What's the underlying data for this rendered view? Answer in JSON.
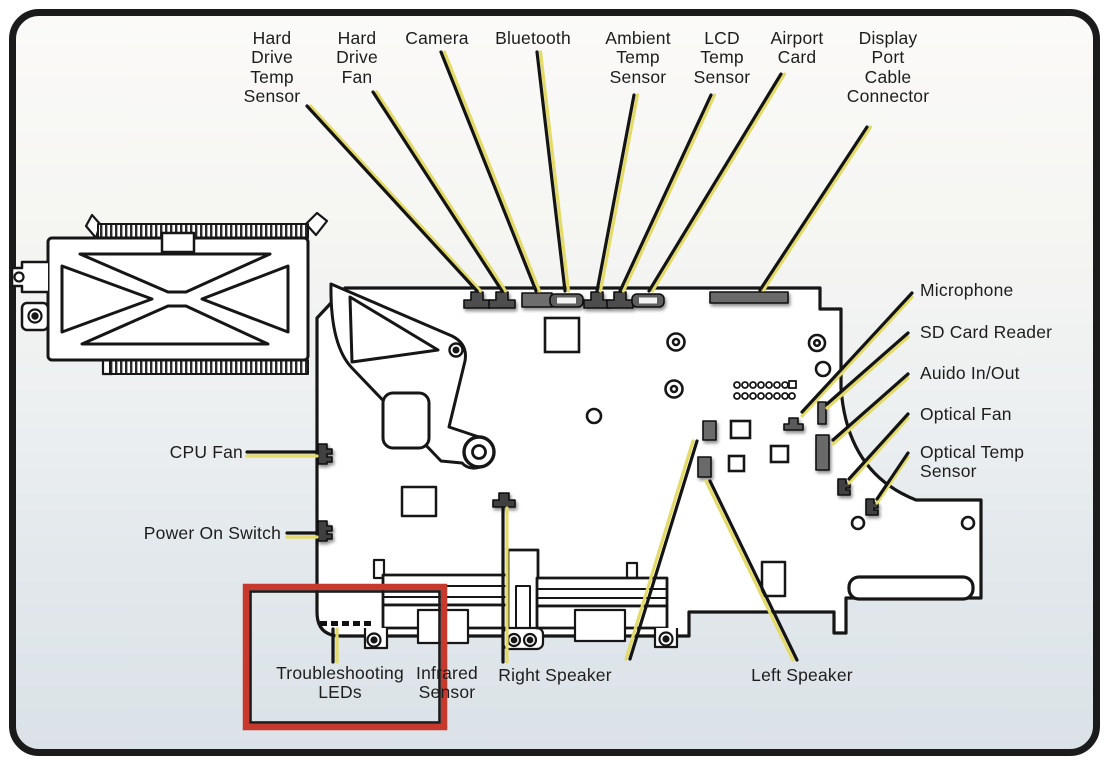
{
  "callouts": {
    "hard_drive_temp_sensor": "Hard\nDrive\nTemp\nSensor",
    "hard_drive_fan": "Hard\nDrive\nFan",
    "camera": "Camera",
    "bluetooth": "Bluetooth",
    "ambient_temp_sensor": "Ambient\nTemp\nSensor",
    "lcd_temp_sensor": "LCD\nTemp\nSensor",
    "airport_card": "Airport\nCard",
    "display_port_cable_connector": "Display\nPort\nCable\nConnector",
    "microphone": "Microphone",
    "sd_card_reader": "SD Card Reader",
    "audio_in_out": "Auido In/Out",
    "optical_fan": "Optical Fan",
    "optical_temp_sensor": "Optical Temp\nSensor",
    "cpu_fan": "CPU Fan",
    "power_on_switch": "Power On Switch",
    "troubleshooting_leds": "Troubleshooting\nLEDs",
    "infrared_sensor": "Infrared\nSensor",
    "right_speaker": "Right Speaker",
    "left_speaker": "Left Speaker"
  },
  "colors": {
    "leader_yellow": "#e3da67",
    "leader_black": "#141414",
    "highlight_red": "#c8392d",
    "board_line": "#161616",
    "connector_gray": "#5c5c5c"
  }
}
